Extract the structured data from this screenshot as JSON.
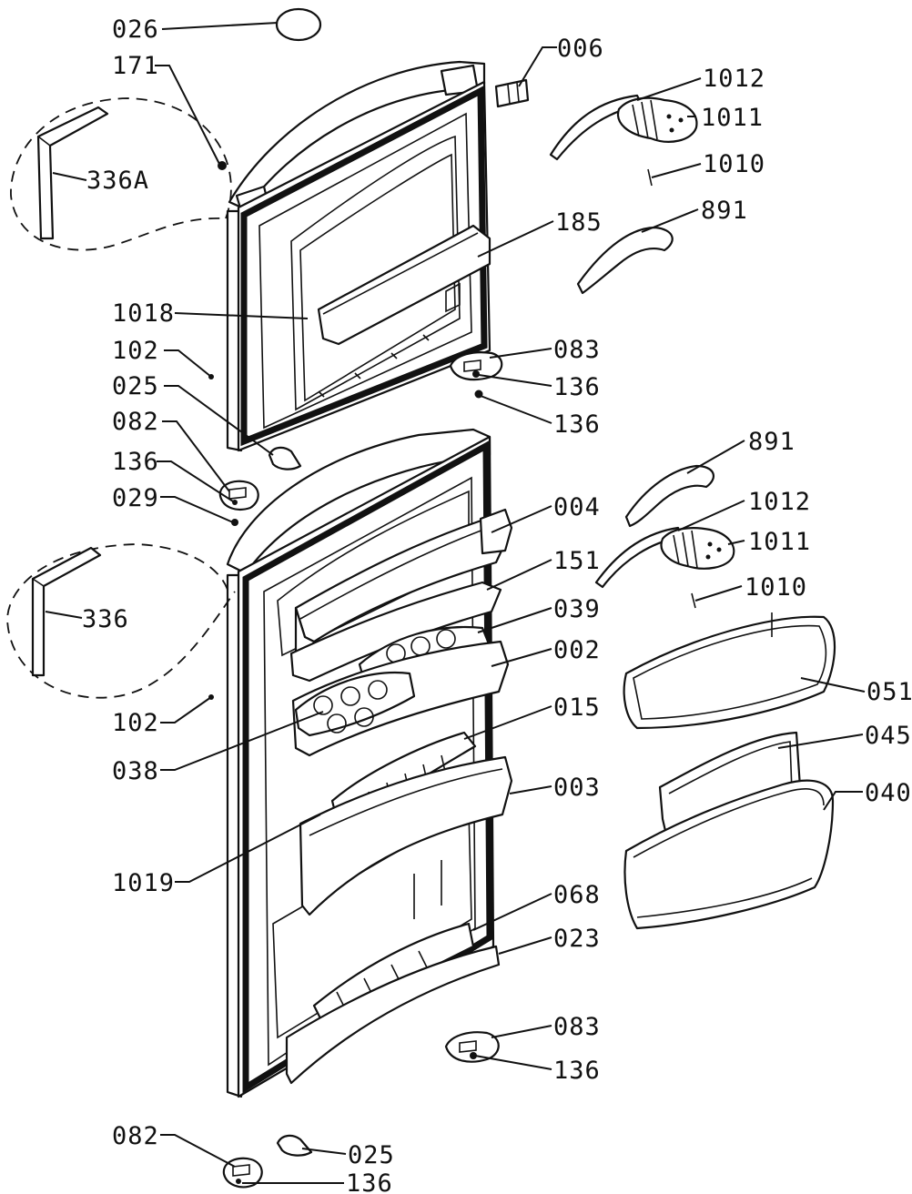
{
  "labels": {
    "l026": "026",
    "l171": "171",
    "l006": "006",
    "l1012a": "1012",
    "l1011a": "1011",
    "l1010a": "1010",
    "l336A": "336A",
    "l891a": "891",
    "l185": "185",
    "l1018": "1018",
    "l102a": "102",
    "l083a": "083",
    "l025a": "025",
    "l136a": "136",
    "l136b": "136",
    "l082a": "082",
    "l136c": "136",
    "l029": "029",
    "l891b": "891",
    "l004": "004",
    "l1012b": "1012",
    "l1011b": "1011",
    "l151": "151",
    "l336": "336",
    "l1010b": "1010",
    "l039": "039",
    "l002": "002",
    "l051": "051",
    "l102b": "102",
    "l015": "015",
    "l045": "045",
    "l038": "038",
    "l003": "003",
    "l040": "040",
    "l1019": "1019",
    "l068": "068",
    "l023": "023",
    "l083b": "083",
    "l136d": "136",
    "l082b": "082",
    "l025b": "025",
    "l136e": "136"
  }
}
